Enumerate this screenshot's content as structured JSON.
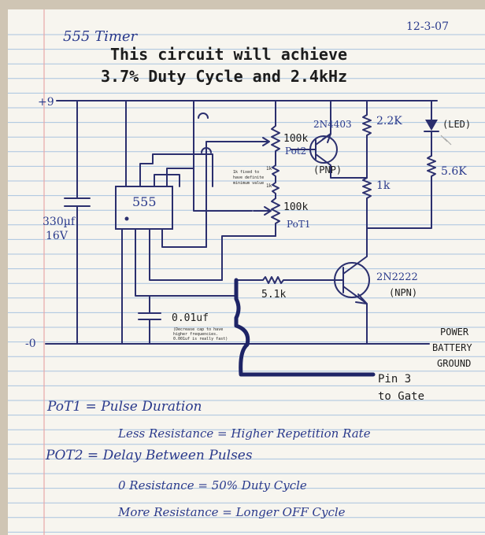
{
  "header": {
    "date": "12-3-07",
    "heading": "555 Timer",
    "title_line1": "This circuit will achieve",
    "title_line2": "3.7% Duty Cycle and 2.4kHz"
  },
  "rails": {
    "supply": "+9",
    "ground": "-0",
    "ground_label_1": "POWER",
    "ground_label_2": "BATTERY",
    "ground_label_3": "GROUND"
  },
  "components": {
    "capacitor_value": "330µf",
    "capacitor_voltage": "16V",
    "ic": "555",
    "pot2_value": "100k",
    "pot2_name": "Pot2",
    "pot1_value": "100k",
    "pot1_name": "PoT1",
    "pnp_part": "2N4403",
    "pnp_type": "(PNP)",
    "npn_part": "2N2222",
    "npn_type": "(NPN)",
    "r_2_2k": "2.2K",
    "r_1k": "1k",
    "r_5_6k": "5.6K",
    "led": "(LED)",
    "r_base": "5.1k",
    "timing_cap": "0.01uf",
    "fixed_resistor_note_1": "1k fixed to",
    "fixed_resistor_note_2": "have definite",
    "fixed_resistor_note_3": "minimum value",
    "fixed_mark_top": "1k",
    "fixed_mark_bottom": "1k",
    "cap_note_1": "(Decrease cap to have",
    "cap_note_2": "higher frequencies.",
    "cap_note_3": "0.001uf is really fast)",
    "output_label_1": "Pin 3",
    "output_label_2": "to Gate"
  },
  "legend": {
    "line1": "PoT1  =  Pulse Duration",
    "line2": "Less Resistance  =  Higher Repetition Rate",
    "line3": "POT2  =  Delay Between Pulses",
    "line4": "0 Resistance  =  50% Duty Cycle",
    "line5": "More Resistance  =  Longer OFF Cycle"
  }
}
